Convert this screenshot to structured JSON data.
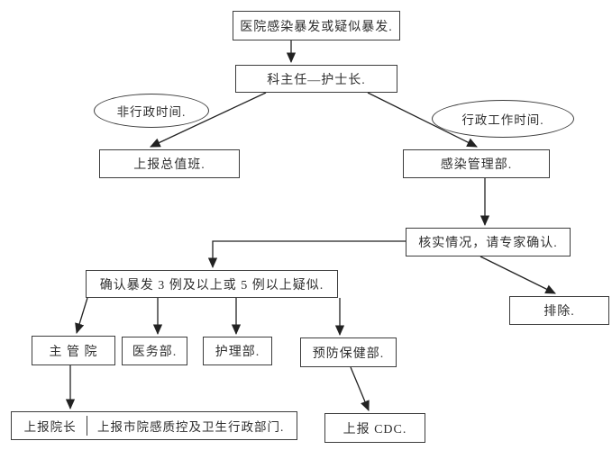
{
  "nodes": {
    "outbreak": {
      "label": "医院感染暴发或疑似暴发."
    },
    "director": {
      "label": "科主任—护士长."
    },
    "non_admin_time": {
      "label": "非行政时间."
    },
    "admin_time": {
      "label": "行政工作时间."
    },
    "general_duty": {
      "label": "上报总值班."
    },
    "infection_dept": {
      "label": "感染管理部."
    },
    "verify": {
      "label": "核实情况，请专家确认."
    },
    "confirm": {
      "label": "确认暴发 3 例及以上或 5 例以上疑似."
    },
    "exclude": {
      "label": "排除."
    },
    "charge_president": {
      "label": "主 管 院"
    },
    "medical_dept": {
      "label": "医务部."
    },
    "nursing_dept": {
      "label": "护理部."
    },
    "prevention_dept": {
      "label": "预防保健部."
    },
    "report_president": {
      "label": "上报院长"
    },
    "report_municipal": {
      "label": "上报市院感质控及卫生行政部门."
    },
    "report_cdc": {
      "label": "上报 CDC."
    }
  },
  "colors": {
    "line": "#222222",
    "border": "#3c3c3c",
    "background": "#ffffff",
    "text": "#2e2e2e"
  }
}
